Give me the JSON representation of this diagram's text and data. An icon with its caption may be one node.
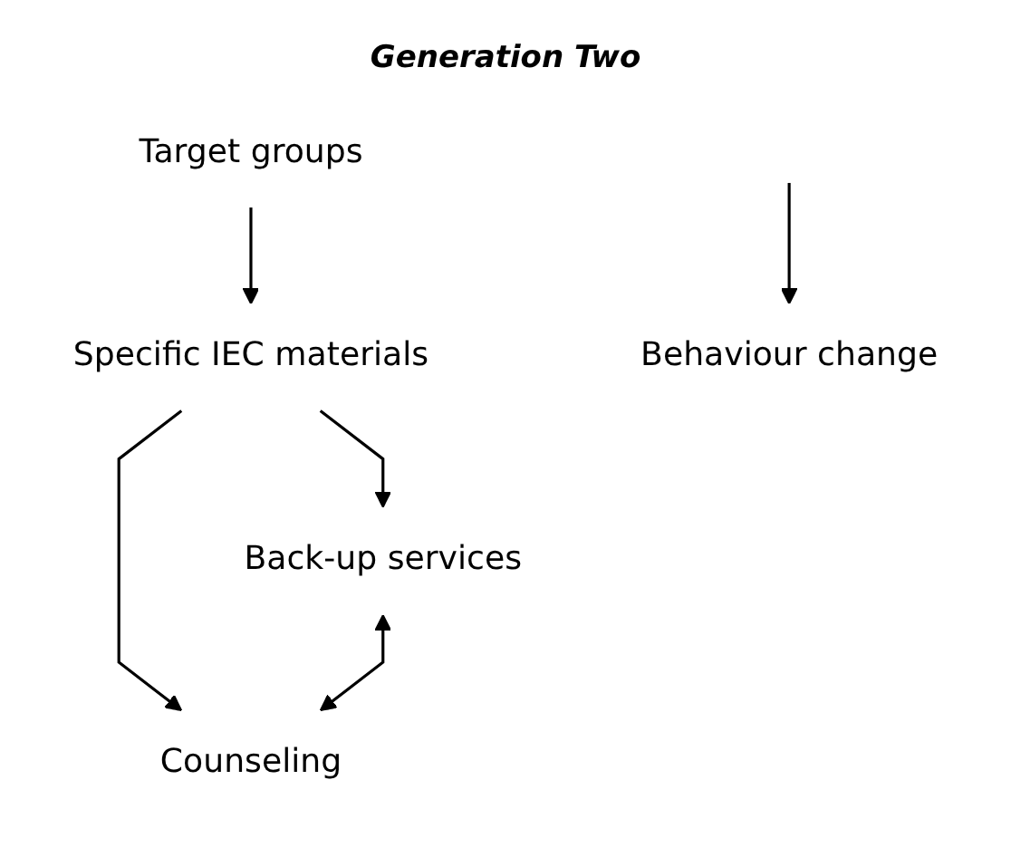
{
  "diagram": {
    "title": "Generation Two",
    "nodes": [
      {
        "text": [
          "Target groups"
        ]
      },
      {
        "text": [
          "Specific IEC materials"
        ]
      },
      {
        "text": [
          "Back-up services"
        ]
      },
      {
        "text": [
          "Counseling"
        ]
      },
      {
        "text": [
          "Behaviour change"
        ]
      }
    ],
    "edges": [
      {
        "from": 0,
        "to": 1,
        "arrow": "to"
      },
      {
        "from": 1,
        "to": 2,
        "arrow": "to"
      },
      {
        "from": 1,
        "to": 3,
        "arrow": "to"
      },
      {
        "from": 2,
        "to": 3,
        "arrow": "both"
      },
      {
        "from": null,
        "to": 4,
        "arrow": "to"
      }
    ]
  }
}
